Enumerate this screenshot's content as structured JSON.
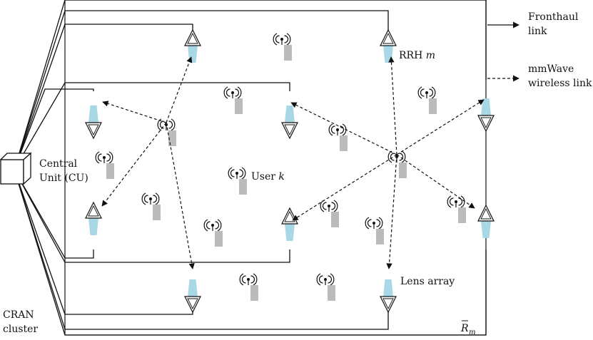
{
  "labels": {
    "fronthaul_line1": "Fronthaul",
    "fronthaul_line2": "link",
    "mmwave_line1": "mmWave",
    "mmwave_line2": "wireless link",
    "rrh_text": "RRH ",
    "rrh_var": "m",
    "cu_line1": "Central",
    "cu_line2": "Unit (CU)",
    "user_text": "User ",
    "user_var": "k",
    "lens_array": "Lens array",
    "cran_line1": "CRAN",
    "cran_line2": "cluster",
    "region_base": "R",
    "region_sub": "m"
  },
  "colors": {
    "line": "#111111",
    "beam": "#a8d8e6",
    "user_device": "#bbbbbb"
  },
  "icons": {
    "rrh": "lens-antenna-icon",
    "user": "wireless-user-icon",
    "cu": "cube-icon"
  }
}
